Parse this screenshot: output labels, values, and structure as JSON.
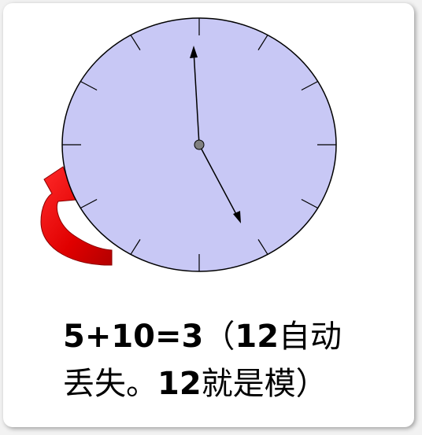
{
  "diagram": {
    "clock_face_color": "#c8c8f5",
    "outline_color": "#000000",
    "arrow_color": "#e60000",
    "tick_count": 12,
    "hour_hand_points_to": 12,
    "minute_hand_points_to": 5
  },
  "caption": {
    "line1_equation": "5+10=3",
    "line1_paren": "（",
    "line1_num": "12",
    "line1_cjk": "自动",
    "line2_cjk_a": "丢失。",
    "line2_num": "12",
    "line2_cjk_b": "就是模）"
  }
}
